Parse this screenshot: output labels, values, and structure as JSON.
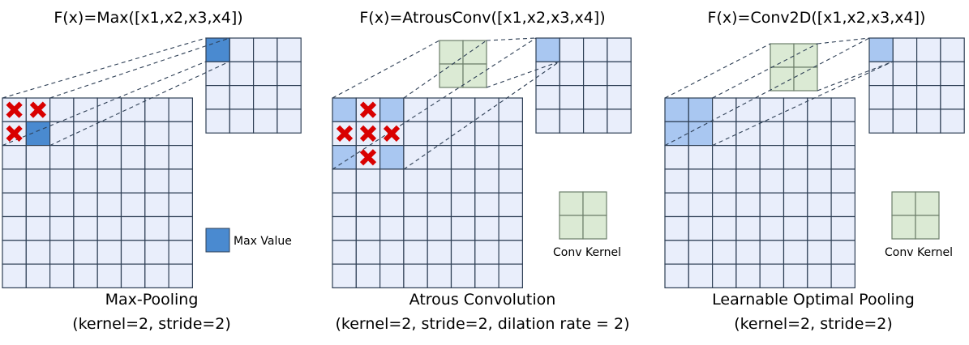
{
  "colors": {
    "grid_fill": "#e9eefb",
    "grid_line": "#2e3f55",
    "max_value": "#4a8ad0",
    "receptive": "#a9c7f1",
    "kernel_fill": "#dbead4",
    "kernel_line": "#6c7e6a",
    "cross": "#d90000",
    "dash": "#2e3f55"
  },
  "panels": [
    {
      "formula": "F(x)=Max([x1,x2,x3,x4])",
      "caption_line1": "Max-Pooling",
      "caption_line2": "(kernel=2, stride=2)",
      "legend_label": "Max Value"
    },
    {
      "formula": "F(x)=AtrousConv([x1,x2,x3,x4])",
      "caption_line1": "Atrous Convolution",
      "caption_line2": "(kernel=2, stride=2, dilation rate = 2)",
      "kernel_label": "Conv Kernel"
    },
    {
      "formula": "F(x)=Conv2D([x1,x2,x3,x4])",
      "caption_line1": "Learnable Optimal Pooling",
      "caption_line2": "(kernel=2, stride=2)",
      "kernel_label": "Conv Kernel"
    }
  ]
}
